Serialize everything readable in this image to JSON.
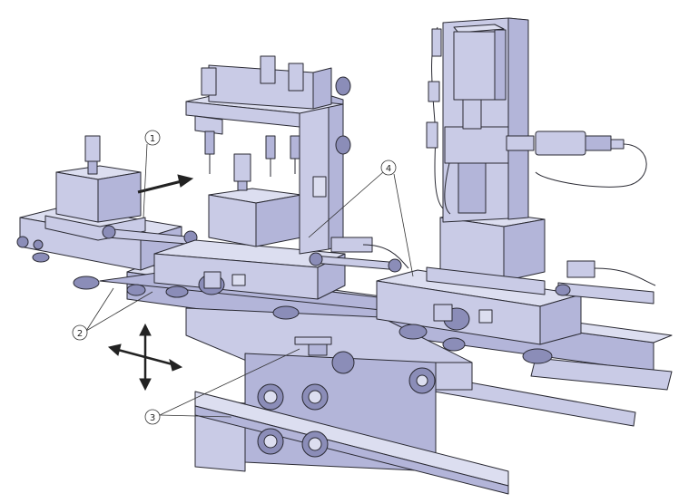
{
  "figure": {
    "colors": {
      "body": "#c9cbe6",
      "shade": "#b3b5d9",
      "highlight": "#dcdef0",
      "outline": "#2a2a33"
    },
    "callouts": [
      {
        "id": "callout-1",
        "label": "1"
      },
      {
        "id": "callout-2",
        "label": "2"
      },
      {
        "id": "callout-3",
        "label": "3"
      },
      {
        "id": "callout-4",
        "label": "4"
      }
    ]
  }
}
